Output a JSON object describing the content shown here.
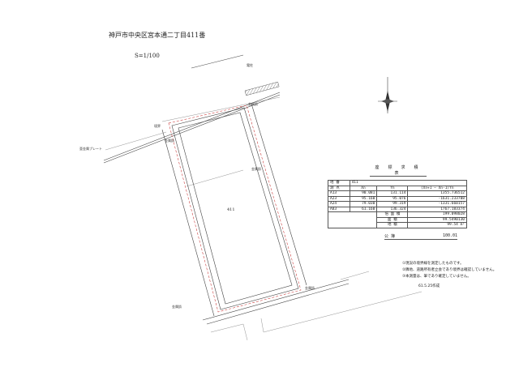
{
  "title": "神戸市中央区宮本通二丁目411番",
  "scale": "S=1/100",
  "lot_number": "411",
  "labels": {
    "metal_plate": "亜金属プレート",
    "metal_tack": "金属鋲",
    "telephone_pole": "電柱",
    "boundary": "境界"
  },
  "table": {
    "title": "座 標 求 積 表",
    "lot_label": "地 番",
    "lot_value": "411",
    "headers": [
      "測 点",
      "Xn",
      "Yn",
      "(Xn+1 − Xn-1)Yn"
    ],
    "rows": [
      [
        "A13",
        "90.081",
        "131.114",
        "1355.736512"
      ],
      [
        "A23",
        "95.160",
        "95.076",
        "-1631.233708"
      ],
      [
        "A24",
        "79.030",
        "99.319",
        "-1331.660157"
      ],
      [
        "A83",
        "61.160",
        "136.324",
        "1767.183374"
      ]
    ],
    "double_area_label": "倍 面 積",
    "double_area": "199.098028",
    "area_label": "面 積",
    "area": "99.5490130",
    "land_area_label": "地 積",
    "land_area": "99.54",
    "unit": "m²",
    "registered_label": "公 簿",
    "registered": "100.01"
  },
  "notes": [
    "①現況の境界線を測定したものです。",
    "②隣地、道路所有者立会であり境界は確認していません。",
    "③本測量は、筆であり確定していません。"
  ],
  "date": "61.5.25作成"
}
